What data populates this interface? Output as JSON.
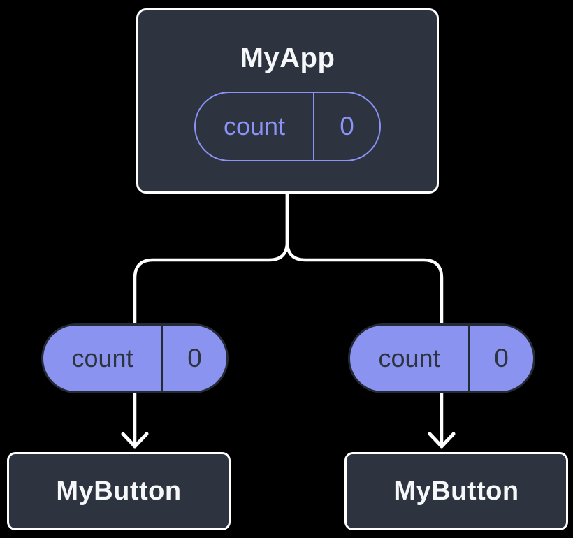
{
  "diagram": {
    "type": "component-tree",
    "root": {
      "title": "MyApp",
      "state": {
        "name": "count",
        "value": "0"
      }
    },
    "children": [
      {
        "title": "MyButton",
        "prop": {
          "name": "count",
          "value": "0"
        }
      },
      {
        "title": "MyButton",
        "prop": {
          "name": "count",
          "value": "0"
        }
      }
    ]
  },
  "colors": {
    "bg": "#000000",
    "card_bg": "#2d3440",
    "card_border": "#ffffff",
    "purple": "#8b93f8",
    "pill_fill": "#8b93f0",
    "pill_dark": "#252b35",
    "connector": "#ffffff",
    "text_light": "#f6f7f9"
  }
}
